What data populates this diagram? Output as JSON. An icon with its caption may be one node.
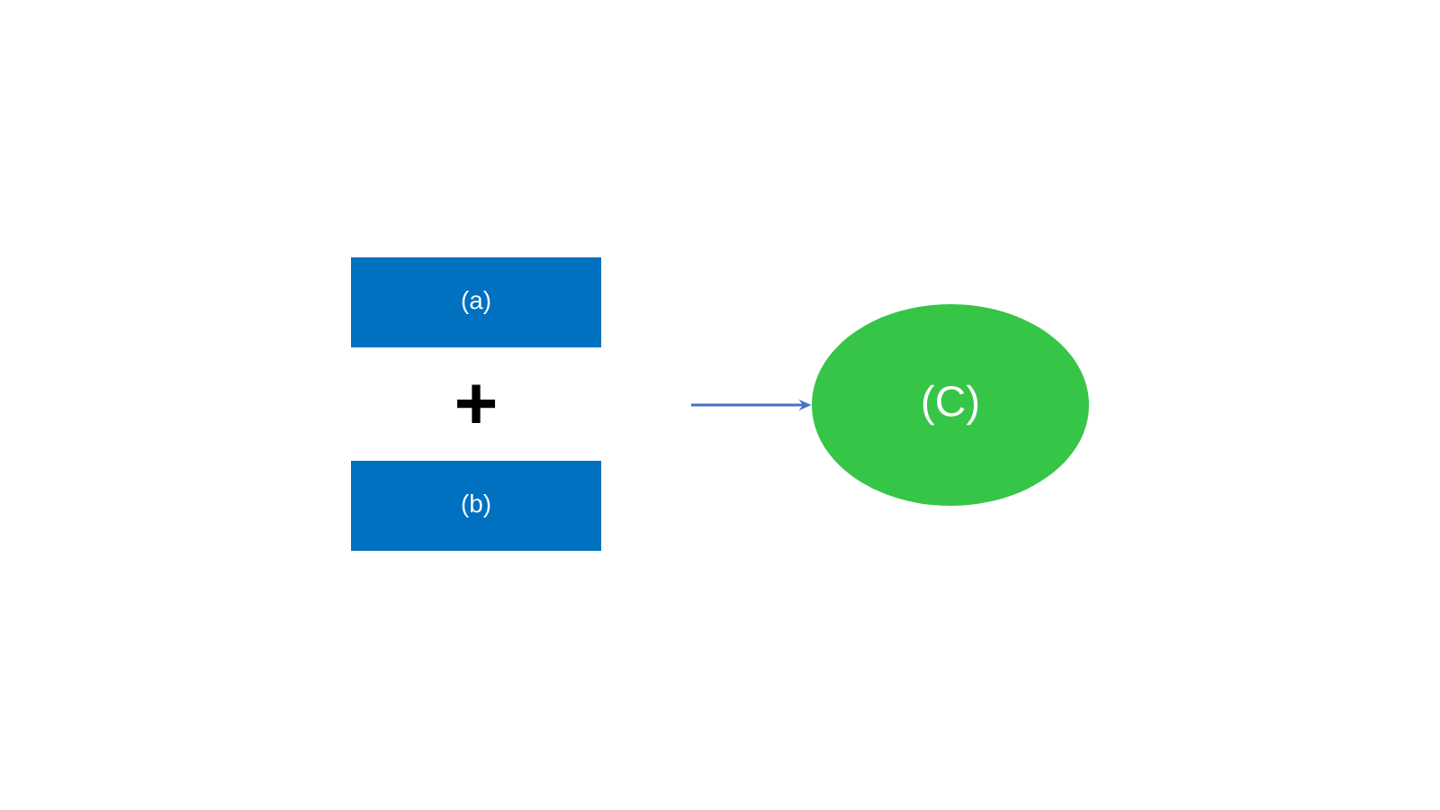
{
  "diagram": {
    "nodes": [
      {
        "text": [
          "(a)"
        ]
      },
      {
        "text": [
          "(b)"
        ]
      },
      {
        "text": [
          "(C)"
        ]
      }
    ],
    "edges": [
      {
        "from": null,
        "to": 2,
        "arrow": "to"
      }
    ],
    "labels": [
      "+"
    ]
  }
}
